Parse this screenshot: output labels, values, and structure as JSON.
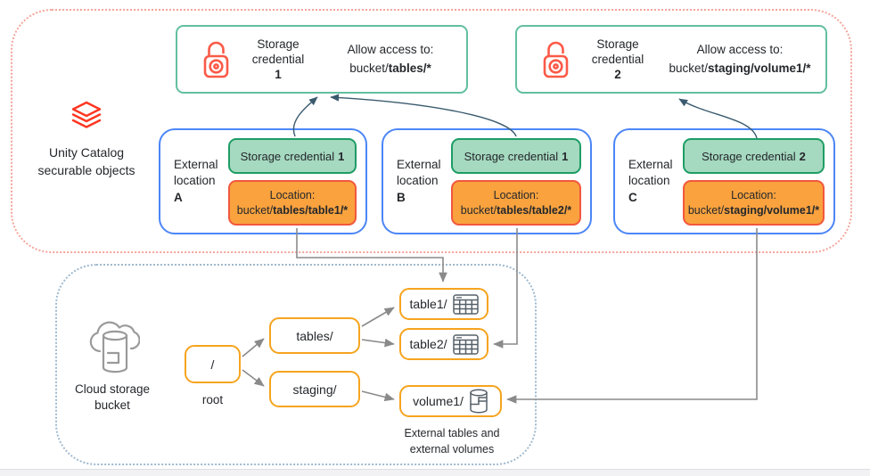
{
  "colors": {
    "databricks_red": "#FF3621",
    "lock_coral": "#FB5A47",
    "credential_box_border": "#62BFA0",
    "green_pill_bg": "#A5D9C0",
    "green_pill_border": "#1E9D65",
    "orange_pill_bg": "#F9A23E",
    "orange_pill_border": "#F2573D",
    "location_box_border": "#4C86F6",
    "bucket_node_border": "#F6A41F",
    "uc_region_border": "#F5A49A",
    "bucket_region_border": "#9FB9CE",
    "arrow_gray": "#8A8A8A",
    "arrow_teal": "#3A5A6E"
  },
  "unity": {
    "label_line1": "Unity Catalog",
    "label_line2": "securable objects",
    "credentials": [
      {
        "title_l1": "Storage",
        "title_l2": "credential",
        "number": "1",
        "allow_label": "Allow access to:",
        "path_prefix": "bucket/",
        "path_bold": "tables/*"
      },
      {
        "title_l1": "Storage",
        "title_l2": "credential",
        "number": "2",
        "allow_label": "Allow access to:",
        "path_prefix": "bucket/",
        "path_bold": "staging/volume1/*"
      }
    ],
    "locations": [
      {
        "label_l1": "External",
        "label_l2": "location",
        "letter": "A",
        "pill_credential": "Storage credential",
        "pill_credential_num": "1",
        "pill_location_label": "Location:",
        "pill_path_prefix": "bucket/",
        "pill_path_bold": "tables/table1/*"
      },
      {
        "label_l1": "External",
        "label_l2": "location",
        "letter": "B",
        "pill_credential": "Storage credential",
        "pill_credential_num": "1",
        "pill_location_label": "Location:",
        "pill_path_prefix": "bucket/",
        "pill_path_bold": "tables/table2/*"
      },
      {
        "label_l1": "External",
        "label_l2": "location",
        "letter": "C",
        "pill_credential": "Storage credential",
        "pill_credential_num": "2",
        "pill_location_label": "Location:",
        "pill_path_prefix": "bucket/",
        "pill_path_bold": "staging/volume1/*"
      }
    ]
  },
  "bucket": {
    "label_line1": "Cloud storage",
    "label_line2": "bucket",
    "root_label": "/",
    "root_caption": "root",
    "folders": [
      {
        "label": "tables/"
      },
      {
        "label": "staging/"
      }
    ],
    "leaves": [
      {
        "label": "table1/"
      },
      {
        "label": "table2/"
      },
      {
        "label": "volume1/"
      }
    ],
    "caption_line1": "External tables and",
    "caption_line2": "external volumes"
  }
}
